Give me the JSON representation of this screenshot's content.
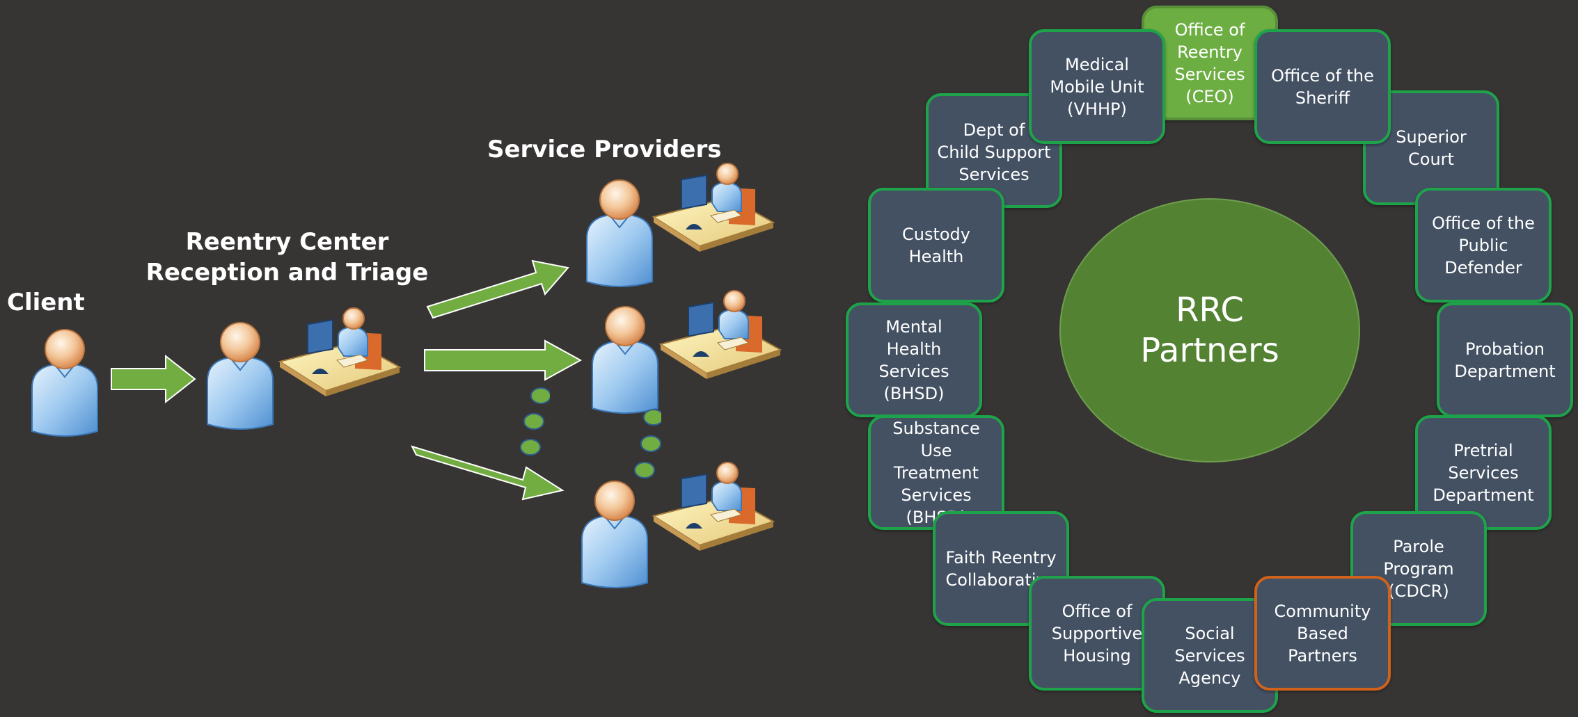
{
  "left_flow": {
    "client_label": "Client",
    "reception_label_line1": "Reentry Center",
    "reception_label_line2": "Reception and Triage",
    "providers_label": "Service Providers"
  },
  "partners": {
    "center_line1": "RRC",
    "center_line2": "Partners",
    "nodes": [
      {
        "text": "Office of\nReentry\nServices\n(CEO)"
      },
      {
        "text": "Office of the\nSheriff"
      },
      {
        "text": "Superior\nCourt"
      },
      {
        "text": "Office of the\nPublic\nDefender"
      },
      {
        "text": "Probation\nDepartment"
      },
      {
        "text": "Pretrial\nServices\nDepartment"
      },
      {
        "text": "Parole\nProgram\n(CDCR)"
      },
      {
        "text": "Community\nBased\nPartners"
      },
      {
        "text": "Social\nServices\nAgency"
      },
      {
        "text": "Office of\nSupportive\nHousing"
      },
      {
        "text": "Faith Reentry\nCollaborative"
      },
      {
        "text": "Substance\nUse\nTreatment\nServices\n(BHSD)"
      },
      {
        "text": "Mental\nHealth\nServices\n(BHSD)"
      },
      {
        "text": "Custody\nHealth"
      },
      {
        "text": "Dept of\nChild Support\nServices"
      },
      {
        "text": "Medical\nMobile Unit\n(VHHP)"
      }
    ]
  },
  "colors": {
    "background": "#373534",
    "node_fill": "#435163",
    "node_border": "#1fa34a",
    "highlight_fill": "#6dae43",
    "orange_border": "#d0621c",
    "center_fill": "#538233",
    "arrow_green": "#72ad42"
  }
}
